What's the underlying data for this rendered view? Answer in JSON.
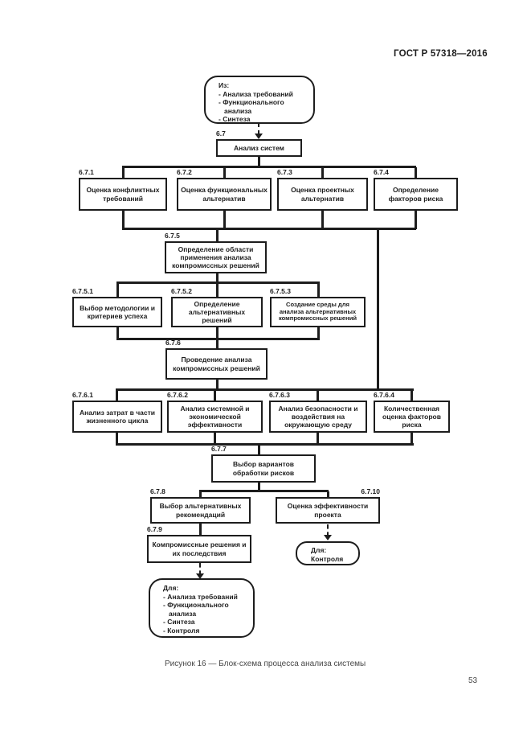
{
  "meta": {
    "header": "ГОСТ Р 57318—2016",
    "caption": "Рисунок 16 — Блок-схема процесса анализа системы",
    "page_number": "53"
  },
  "colors": {
    "ink": "#1d1d1d",
    "paper": "#ffffff"
  },
  "terminals": {
    "source": {
      "title": "Из:",
      "items": [
        "- Анализа требований",
        "- Функционального анализа",
        "- Синтеза"
      ]
    },
    "control": {
      "title": "Для:",
      "items": [
        "Контроля"
      ]
    },
    "sink": {
      "title": "Для:",
      "items": [
        "- Анализа требований",
        "- Функционального анализа",
        "- Синтеза",
        "- Контроля"
      ]
    }
  },
  "nodes": {
    "s67": {
      "num": "6.7",
      "text": "Анализ систем"
    },
    "s671": {
      "num": "6.7.1",
      "text": "Оценка конфликтных требований"
    },
    "s672": {
      "num": "6.7.2",
      "text": "Оценка функциональных альтернатив"
    },
    "s673": {
      "num": "6.7.3",
      "text": "Оценка проектных альтернатив"
    },
    "s674": {
      "num": "6.7.4",
      "text": "Определение факторов риска"
    },
    "s675": {
      "num": "6.7.5",
      "text": "Определение области применения анализа компромиссных решений"
    },
    "s6751": {
      "num": "6.7.5.1",
      "text": "Выбор методологии и критериев успеха"
    },
    "s6752": {
      "num": "6.7.5.2",
      "text": "Определение альтернативных решений"
    },
    "s6753": {
      "num": "6.7.5.3",
      "text": "Создание среды для анализа альтернативных компромиссных решений"
    },
    "s676": {
      "num": "6.7.6",
      "text": "Проведение анализа компромиссных решений"
    },
    "s6761": {
      "num": "6.7.6.1",
      "text": "Анализ затрат в части жизненного цикла"
    },
    "s6762": {
      "num": "6.7.6.2",
      "text": "Анализ системной и экономической эффективности"
    },
    "s6763": {
      "num": "6.7.6.3",
      "text": "Анализ безопасности и воздействия на окружающую среду"
    },
    "s6764": {
      "num": "6.7.6.4",
      "text": "Количественная оценка факторов риска"
    },
    "s677": {
      "num": "6.7.7",
      "text": "Выбор вариантов обработки рисков"
    },
    "s678": {
      "num": "6.7.8",
      "text": "Выбор альтернативных рекомендаций"
    },
    "s679": {
      "num": "6.7.9",
      "text": "Компромиссные решения и их последствия"
    },
    "s6710": {
      "num": "6.7.10",
      "text": "Оценка эффективности проекта"
    }
  }
}
